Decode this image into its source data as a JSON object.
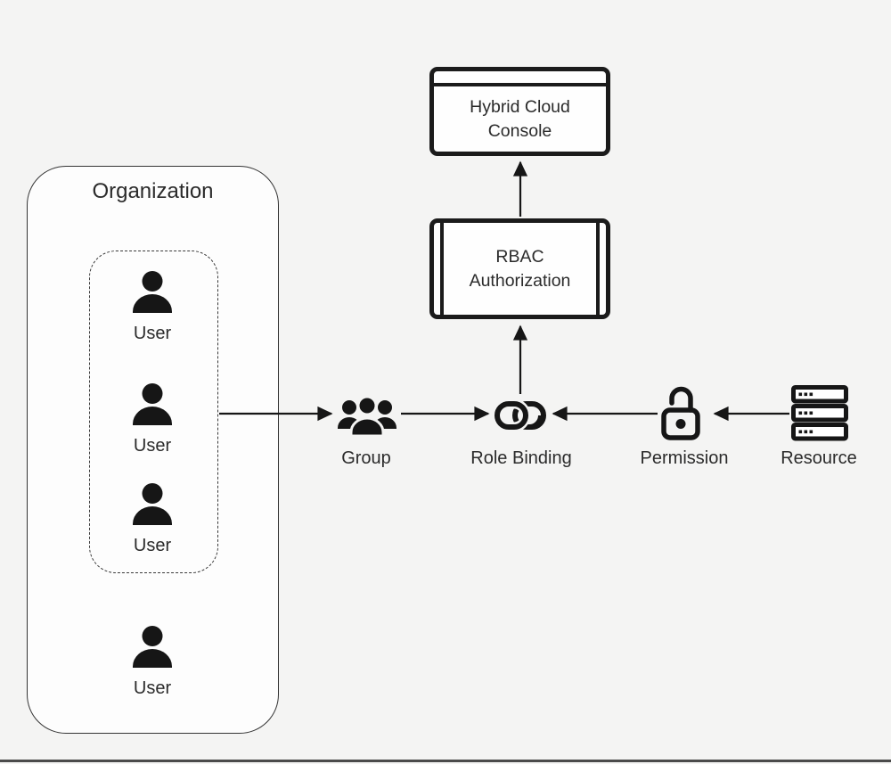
{
  "colors": {
    "background": "#f4f4f3",
    "stroke": "#1b1b1b",
    "text": "#2b2b2b",
    "node_fill": "#fdfdfd",
    "bottom_rule": "#4b4b4b"
  },
  "organization": {
    "title": "Organization",
    "group_users": [
      "User",
      "User",
      "User"
    ],
    "standalone_user": "User"
  },
  "flow_nodes": {
    "group": {
      "label": "Group",
      "icon": "group-icon"
    },
    "role_binding": {
      "label": "Role Binding",
      "icon": "chain-link-icon"
    },
    "permission": {
      "label": "Permission",
      "icon": "open-padlock-icon"
    },
    "resource": {
      "label": "Resource",
      "icon": "server-stack-icon"
    }
  },
  "process_boxes": {
    "rbac": {
      "label": "RBAC\nAuthorization"
    },
    "console": {
      "label": "Hybrid Cloud\nConsole"
    }
  },
  "edges": [
    {
      "from": "organization-user-group",
      "to": "group",
      "arrowhead": "right"
    },
    {
      "from": "group",
      "to": "role_binding",
      "arrowhead": "right"
    },
    {
      "from": "permission",
      "to": "role_binding",
      "arrowhead": "left"
    },
    {
      "from": "resource",
      "to": "permission",
      "arrowhead": "left"
    },
    {
      "from": "role_binding",
      "to": "rbac",
      "arrowhead": "up"
    },
    {
      "from": "rbac",
      "to": "console",
      "arrowhead": "up"
    }
  ]
}
